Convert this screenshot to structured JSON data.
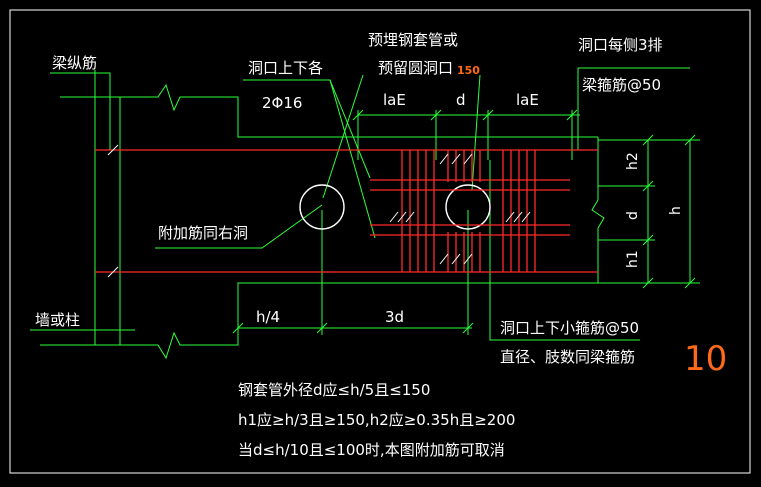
{
  "labels": {
    "beam_longitudinal": "梁纵筋",
    "wall_or_column": "墙或柱",
    "opening_top_bottom_each": "洞口上下各",
    "rebar_2phi16": "2Φ16",
    "embedded_sleeve_1": "预埋钢套管或",
    "embedded_sleeve_2": "预留圆洞口",
    "handwritten_150": "150",
    "each_side_3_rows": "洞口每侧3排",
    "stirrup_at_50_top": "梁箍筋@50",
    "additional_bars_same": "附加筋同右洞",
    "laE_left": "laE",
    "d_top": "d",
    "laE_right": "laE",
    "h2": "h2",
    "d_side": "d",
    "h": "h",
    "h1": "h1",
    "h_over_4": "h/4",
    "three_d": "3d",
    "small_stirrup": "洞口上下小箍筋@50",
    "diameter_legs": "直径、肢数同梁箍筋",
    "note_1": "钢套管外径d应≤h/5且≤150",
    "note_2": "h1应≥h/3且≥150,h2应≥0.35h且≥200",
    "note_3": "当d≤h/10且≤100时,本图附加筋可取消",
    "handwritten_10": "10"
  },
  "colors": {
    "background": "#000000",
    "green": "#2dff3c",
    "white": "#ffffff",
    "red": "#ff2a2a",
    "orange": "#ff6a1a"
  }
}
